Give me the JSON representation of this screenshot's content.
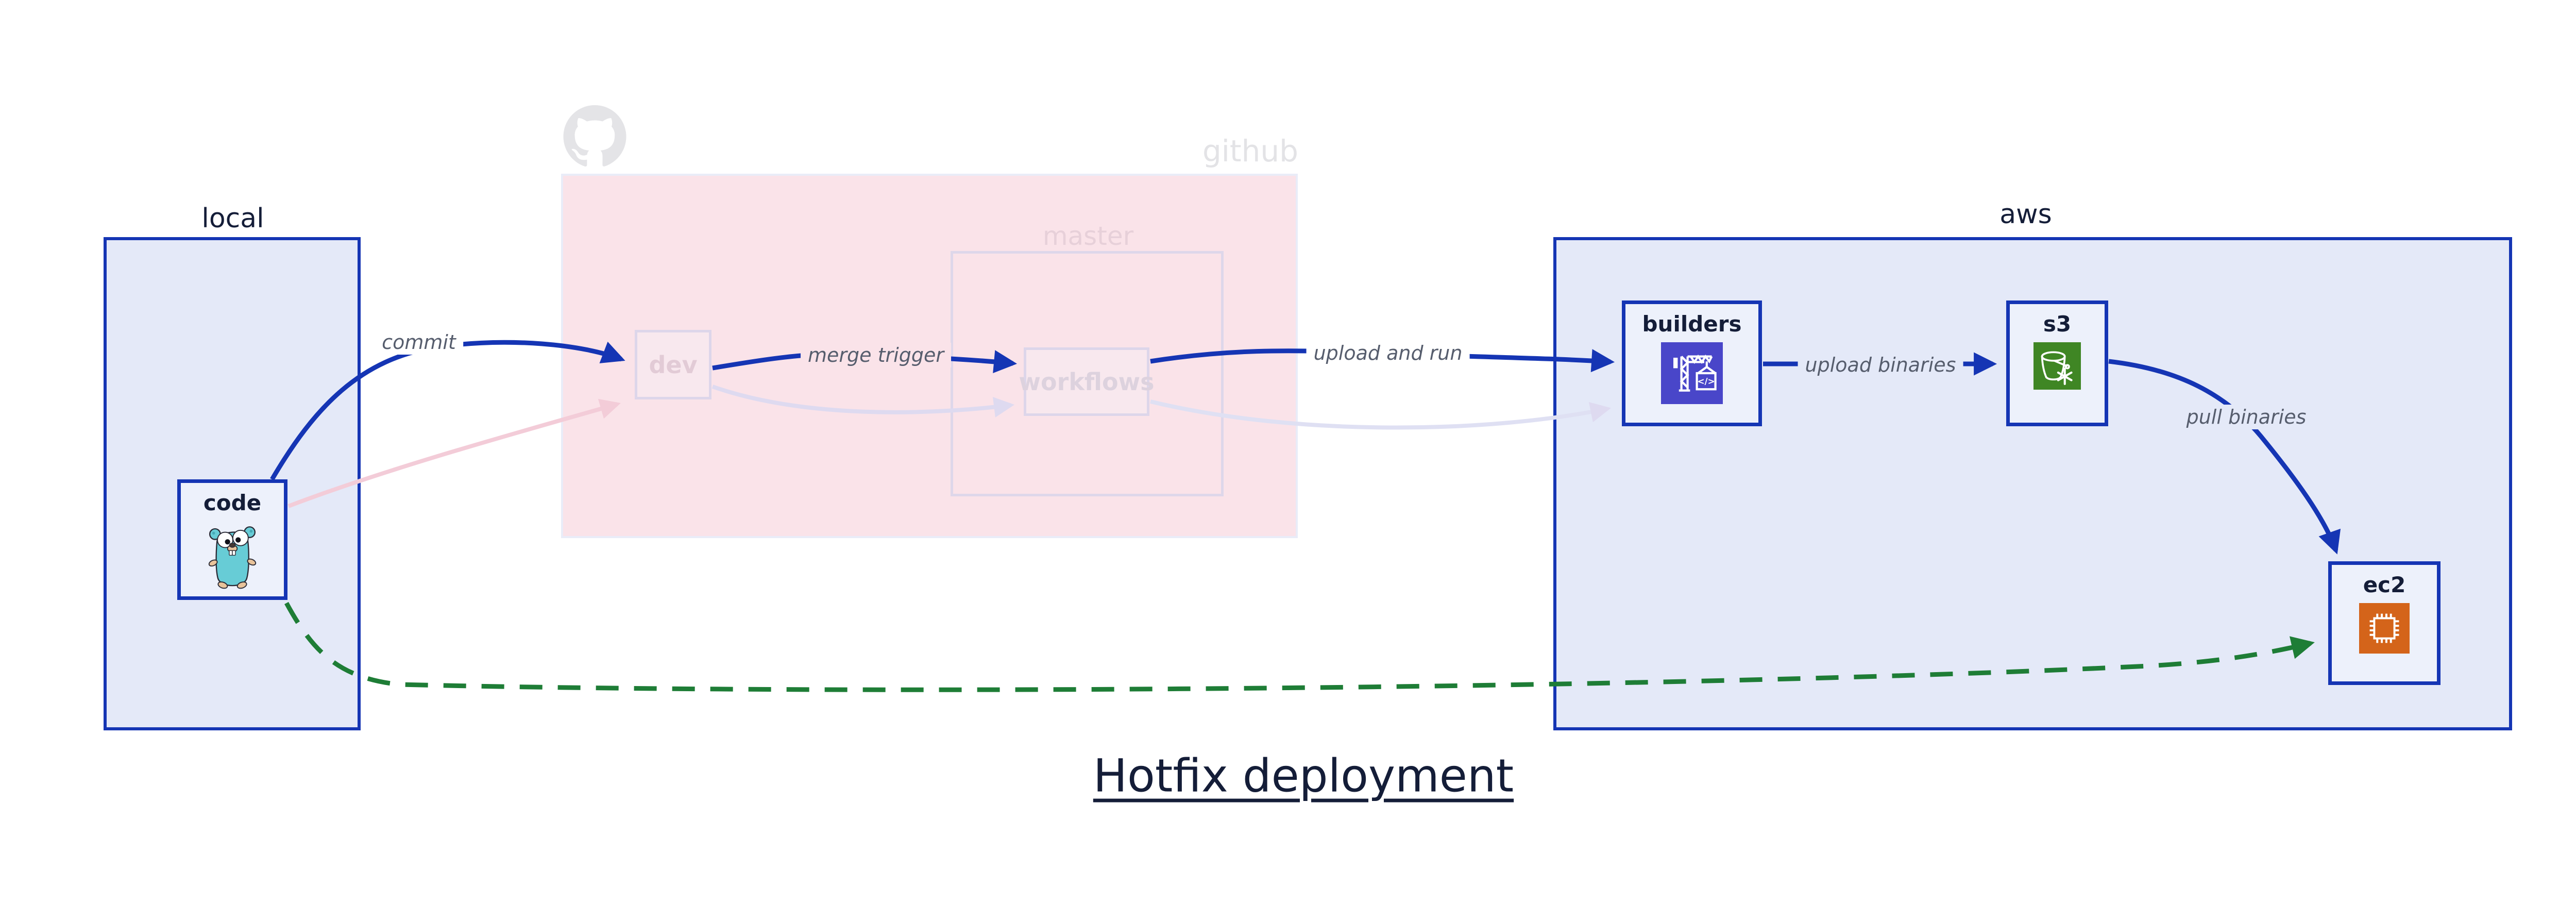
{
  "diagram": {
    "title": "Hotfix deployment"
  },
  "groups": {
    "local": {
      "label": "local"
    },
    "github": {
      "label": "github"
    },
    "master": {
      "label": "master"
    },
    "aws": {
      "label": "aws"
    }
  },
  "nodes": {
    "code": {
      "label": "code",
      "icon": "go-gopher-icon"
    },
    "dev": {
      "label": "dev"
    },
    "workflows": {
      "label": "workflows"
    },
    "builders": {
      "label": "builders",
      "icon": "aws-codebuild-crane-icon",
      "icon_bg": "#4946c9"
    },
    "s3": {
      "label": "s3",
      "icon": "aws-s3-bucket-snowflake-icon",
      "icon_bg": "#3f8624"
    },
    "ec2": {
      "label": "ec2",
      "icon": "aws-ec2-chip-icon",
      "icon_bg": "#d4641a"
    }
  },
  "edges": [
    {
      "label": "commit",
      "from": "code",
      "to": "dev",
      "style": "solid",
      "color": "#1535b4"
    },
    {
      "label": "merge trigger",
      "from": "dev",
      "to": "workflows",
      "style": "solid",
      "color": "#1535b4"
    },
    {
      "label": "upload and run",
      "from": "workflows",
      "to": "builders",
      "style": "solid",
      "color": "#1535b4"
    },
    {
      "label": "upload binaries",
      "from": "builders",
      "to": "s3",
      "style": "solid",
      "color": "#1535b4"
    },
    {
      "label": "pull binaries",
      "from": "s3",
      "to": "ec2",
      "style": "solid",
      "color": "#1535b4"
    },
    {
      "label": "",
      "from": "code",
      "to": "ec2",
      "style": "dashed",
      "color": "#1e7d36"
    },
    {
      "label": "",
      "from": "code",
      "to": "dev",
      "style": "faded",
      "color": "#f3ccd8"
    },
    {
      "label": "",
      "from": "dev",
      "to": "workflows",
      "style": "faded",
      "color": "#dedaf0"
    },
    {
      "label": "",
      "from": "workflows",
      "to": "builders",
      "style": "faded",
      "color": "#dfe0f3"
    }
  ],
  "colors": {
    "edge_blue": "#1535b4",
    "edge_green": "#1e7d36",
    "group_fill": "#e4e9f8",
    "group_border": "#1535b4",
    "node_fill": "#edf1fb",
    "github_fill": "#fae3e9",
    "text_dark": "#141d38",
    "edge_label_text": "#565d6d"
  }
}
